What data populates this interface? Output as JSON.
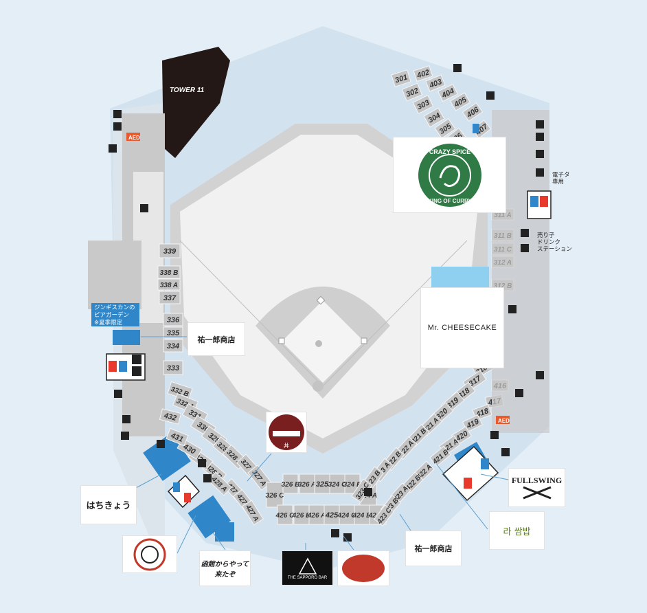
{
  "map": {
    "tower_label": "TOWER 11",
    "seats_left": [
      "339",
      "338 B",
      "338 A",
      "337",
      "336",
      "335",
      "334",
      "333",
      "332 B",
      "332 A",
      "331",
      "330",
      "329",
      "328 B",
      "328 A",
      "327 B",
      "327 A",
      "427 C",
      "427 B",
      "427 A",
      "428 B",
      "428 A",
      "429",
      "430",
      "431",
      "432"
    ],
    "seats_bottom": [
      "326 C",
      "326 B",
      "326 A",
      "325",
      "324 C",
      "324 B",
      "324 A",
      "426 C",
      "426 B",
      "426 A",
      "425",
      "424 C",
      "424 B",
      "424 A"
    ],
    "seats_right": [
      "301",
      "302",
      "303",
      "304",
      "305",
      "306",
      "402",
      "403",
      "404",
      "405",
      "406",
      "407",
      "311 A",
      "311 B",
      "311 C",
      "312 A",
      "312 B",
      "316 B",
      "317",
      "318",
      "319",
      "320",
      "321 A",
      "321 B",
      "322 A",
      "322 B",
      "323 A",
      "323 B",
      "323 C",
      "416",
      "417",
      "418",
      "419",
      "420",
      "421 A",
      "421 B",
      "422 A",
      "422 B",
      "423 A",
      "423 B",
      "423 C"
    ],
    "aed_label": "AED",
    "icons": [
      "stairs-icon",
      "elevator-icon",
      "restroom-icon",
      "wheelchair-icon",
      "baby-care-icon",
      "smoking-icon"
    ]
  },
  "notes": {
    "beer_garden": "ジンギスカンの\nビアガーデン\n※夏季限定",
    "e_cig": "電子タ\n専用",
    "drink_station": "売り子\nドリンク\nステーション"
  },
  "vendors": {
    "crazy_spice_top": "CRAZY SPICE",
    "crazy_spice_bottom": "KING OF CURRY",
    "mr_cheesecake": "Mr. CHEESECAKE",
    "yuichiro_1": "祐一郎商店",
    "yuichiro_2": "祐一郎商店",
    "hachikyo": "はちきょう",
    "fullswing": "FULLSWING",
    "ra_ssambap": "라 쌈밥",
    "sapporo_bar": "THE SAPPORO BAR",
    "donburi": "丼",
    "handwritten": "函館からやって来たぞ"
  }
}
